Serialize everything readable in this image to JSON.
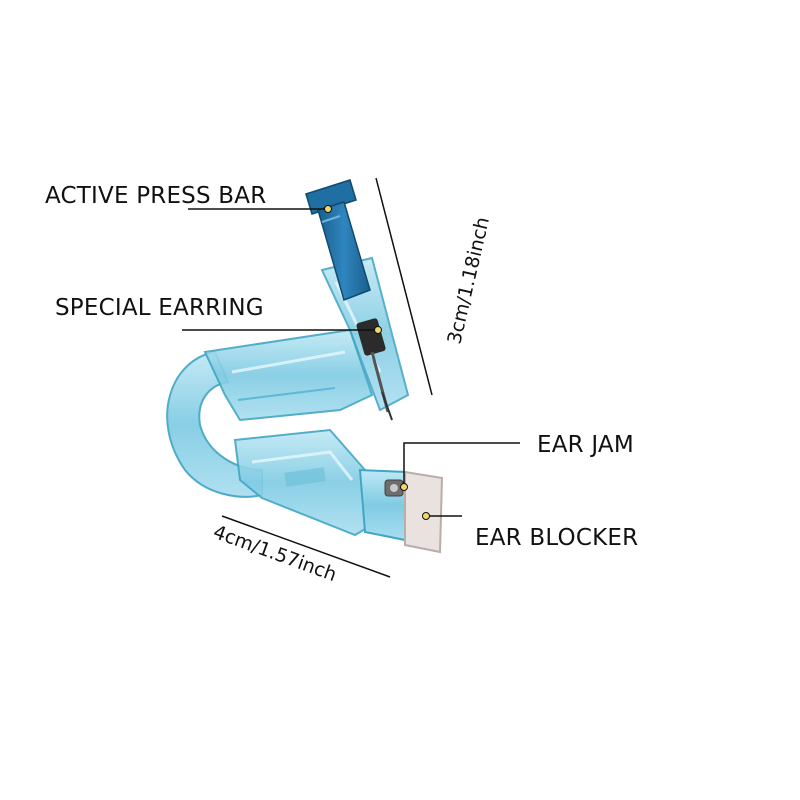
{
  "callouts": {
    "active_press_bar": "ACTIVE PRESS BAR",
    "special_earring": "SPECIAL EARRING",
    "ear_jam": "EAR JAM",
    "ear_blocker": "EAR BLOCKER"
  },
  "dimensions": {
    "height": "3cm/1.18inch",
    "width": "4cm/1.57inch"
  },
  "colors": {
    "body_plastic": "#8fd3e8",
    "body_edge": "#3fa6c4",
    "press_bar": "#1f6fa3",
    "blocker": "#e9e2de",
    "line": "#111111"
  }
}
